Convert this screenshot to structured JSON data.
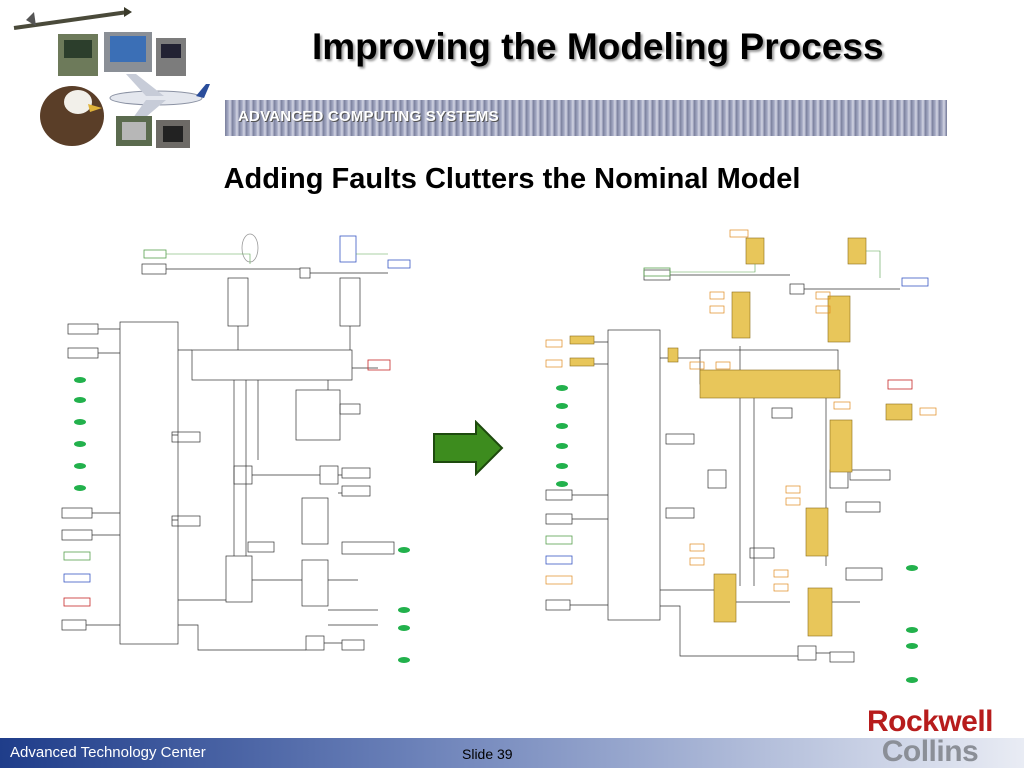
{
  "slide": {
    "title": "Improving the Modeling Process",
    "banner": "ADVANCED COMPUTING SYSTEMS",
    "subtitle": "Adding Faults Clutters the Nominal Model"
  },
  "footer": {
    "left": "Advanced Technology Center",
    "slide_number": "Slide 39"
  },
  "logo": {
    "line1": "Rockwell",
    "line2": "Collins"
  },
  "colors": {
    "footer_blue": "#1f3d8a",
    "fault_block_yellow": "#e8c65a",
    "port_green": "#22b14c",
    "arrow_green": "#3d8c1e",
    "logo_red": "#b71c1c",
    "logo_gray": "#8b8f97"
  },
  "icons": [
    "military-collage-icon",
    "transition-arrow-icon"
  ]
}
